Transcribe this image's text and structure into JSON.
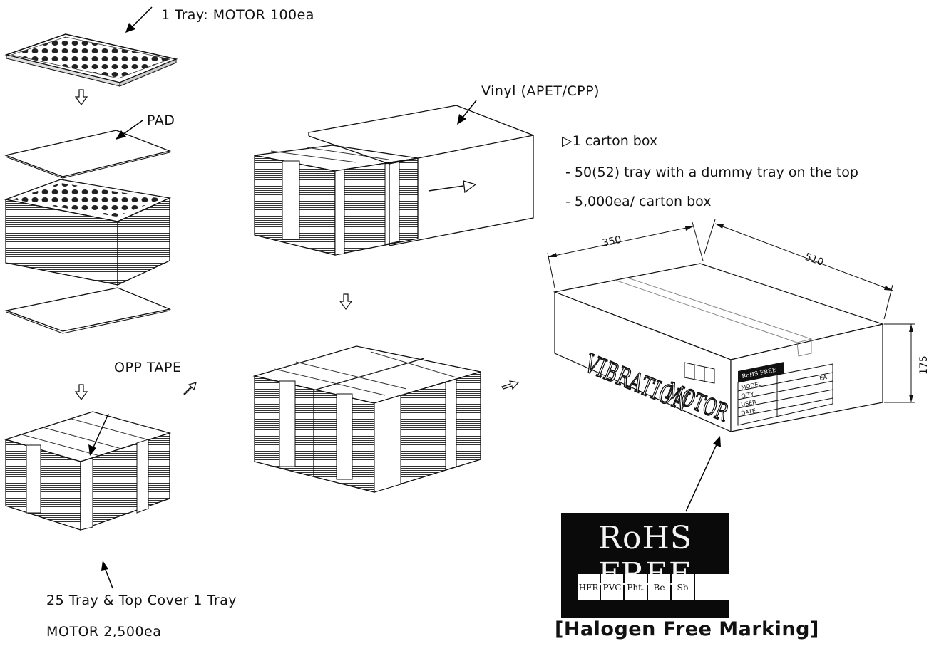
{
  "labels": {
    "tray": "1 Tray: MOTOR 100ea",
    "pad": "PAD",
    "opp_tape": "OPP TAPE",
    "vinyl": "Vinyl (APET/CPP)",
    "stack_line1": "25 Tray & Top Cover 1 Tray",
    "stack_line2": "MOTOR 2,500ea"
  },
  "carton": {
    "heading": "▷1 carton box",
    "line1": "- 50(52) tray with a dummy tray on the top",
    "line2": "- 5,000ea/ carton box",
    "dim_width": "350",
    "dim_length": "510",
    "dim_height": "175",
    "print_vibration": "VIBRATION",
    "print_motor": "MOTOR",
    "label_rohs": "RoHS FREE",
    "label_fields": [
      "MODEL",
      "Q'TY",
      "USER",
      "DATE"
    ],
    "label_ea": "EA"
  },
  "rohs_marking": {
    "title": "RoHS FREE",
    "cells": [
      "HFR",
      "PVC",
      "Pht.",
      "Be",
      "Sb",
      ""
    ],
    "caption": "[Halogen Free Marking]"
  },
  "icons": [
    "down-arrow-icon",
    "right-arrow-icon",
    "diagonal-arrow-icon"
  ]
}
